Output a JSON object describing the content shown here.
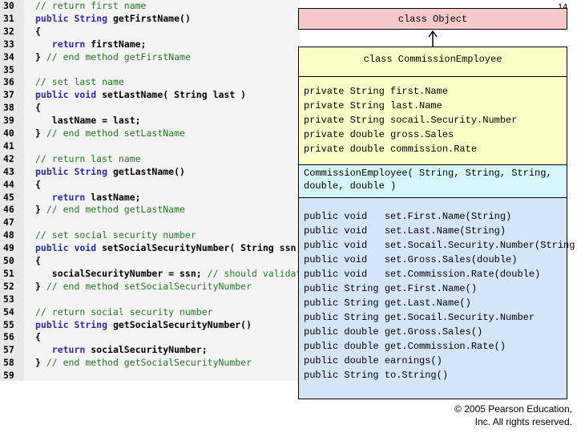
{
  "page_number": "14",
  "code_lines": [
    {
      "n": "30",
      "segs": [
        {
          "t": "// return first name",
          "k": "cm"
        }
      ]
    },
    {
      "n": "31",
      "segs": [
        {
          "t": "public String ",
          "k": "kw"
        },
        {
          "t": "getFirstName()",
          "k": ""
        }
      ]
    },
    {
      "n": "32",
      "segs": [
        {
          "t": "{",
          "k": ""
        }
      ]
    },
    {
      "n": "33",
      "segs": [
        {
          "t": "   return ",
          "k": "kw"
        },
        {
          "t": "firstName;",
          "k": ""
        }
      ]
    },
    {
      "n": "34",
      "segs": [
        {
          "t": "} ",
          "k": ""
        },
        {
          "t": "// end method getFirstName",
          "k": "cm"
        }
      ]
    },
    {
      "n": "35",
      "segs": []
    },
    {
      "n": "36",
      "segs": [
        {
          "t": "// set last name",
          "k": "cm"
        }
      ]
    },
    {
      "n": "37",
      "segs": [
        {
          "t": "public void ",
          "k": "kw"
        },
        {
          "t": "setLastName( String last )",
          "k": ""
        }
      ]
    },
    {
      "n": "38",
      "segs": [
        {
          "t": "{",
          "k": ""
        }
      ]
    },
    {
      "n": "39",
      "segs": [
        {
          "t": "   lastName = last;",
          "k": ""
        }
      ]
    },
    {
      "n": "40",
      "segs": [
        {
          "t": "} ",
          "k": ""
        },
        {
          "t": "// end method setLastName",
          "k": "cm"
        }
      ]
    },
    {
      "n": "41",
      "segs": []
    },
    {
      "n": "42",
      "segs": [
        {
          "t": "// return last name",
          "k": "cm"
        }
      ]
    },
    {
      "n": "43",
      "segs": [
        {
          "t": "public String ",
          "k": "kw"
        },
        {
          "t": "getLastName()",
          "k": ""
        }
      ]
    },
    {
      "n": "44",
      "segs": [
        {
          "t": "{",
          "k": ""
        }
      ]
    },
    {
      "n": "45",
      "segs": [
        {
          "t": "   return ",
          "k": "kw"
        },
        {
          "t": "lastName;",
          "k": ""
        }
      ]
    },
    {
      "n": "46",
      "segs": [
        {
          "t": "} ",
          "k": ""
        },
        {
          "t": "// end method getLastName",
          "k": "cm"
        }
      ]
    },
    {
      "n": "47",
      "segs": []
    },
    {
      "n": "48",
      "segs": [
        {
          "t": "// set social security number",
          "k": "cm"
        }
      ]
    },
    {
      "n": "49",
      "segs": [
        {
          "t": "public void ",
          "k": "kw"
        },
        {
          "t": "setSocialSecurityNumber( String ssn )",
          "k": ""
        }
      ]
    },
    {
      "n": "50",
      "segs": [
        {
          "t": "{",
          "k": ""
        }
      ]
    },
    {
      "n": "51",
      "segs": [
        {
          "t": "   socialSecurityNumber = ssn; ",
          "k": ""
        },
        {
          "t": "// should validate",
          "k": "cm"
        }
      ]
    },
    {
      "n": "52",
      "segs": [
        {
          "t": "} ",
          "k": ""
        },
        {
          "t": "// end method setSocialSecurityNumber",
          "k": "cm"
        }
      ]
    },
    {
      "n": "53",
      "segs": []
    },
    {
      "n": "54",
      "segs": [
        {
          "t": "// return social security number",
          "k": "cm"
        }
      ]
    },
    {
      "n": "55",
      "segs": [
        {
          "t": "public String ",
          "k": "kw"
        },
        {
          "t": "getSocialSecurityNumber()",
          "k": ""
        }
      ]
    },
    {
      "n": "56",
      "segs": [
        {
          "t": "{",
          "k": ""
        }
      ]
    },
    {
      "n": "57",
      "segs": [
        {
          "t": "   return ",
          "k": "kw"
        },
        {
          "t": "socialSecurityNumber;",
          "k": ""
        }
      ]
    },
    {
      "n": "58",
      "segs": [
        {
          "t": "} ",
          "k": ""
        },
        {
          "t": "// end method getSocialSecurityNumber",
          "k": "cm"
        }
      ]
    },
    {
      "n": "59",
      "segs": []
    }
  ],
  "uml": {
    "parent_class": "class Object",
    "class_name": "class CommissionEmployee",
    "fields": [
      "private String first.Name",
      "private String last.Name",
      "private String socail.Security.Number",
      "private double gross.Sales",
      "private double commission.Rate"
    ],
    "constructor": "CommissionEmployee( String, String, String, double, double )",
    "methods": [
      "public void   set.First.Name(String)",
      "public void   set.Last.Name(String)",
      "public void   set.Socail.Security.Number(String)",
      "public void   set.Gross.Sales(double)",
      "public void   set.Commission.Rate(double)",
      "public String get.First.Name()",
      "public String get.Last.Name()",
      "public String get.Socail.Security.Number",
      "public double get.Gross.Sales()",
      "public double get.Commission.Rate()",
      "public double earnings()",
      "public String to.String()"
    ]
  },
  "copyright": {
    "line1": "© 2005 Pearson Education,",
    "line2": "Inc.  All rights reserved."
  },
  "colors": {
    "keyword": "#2c2ca8",
    "comment": "#1f7a1f",
    "object_box": "#f6c9c9",
    "class_name_box": "#fdfdc8",
    "constructor_box": "#d6f7f7",
    "methods_box": "#d3e5f6"
  }
}
